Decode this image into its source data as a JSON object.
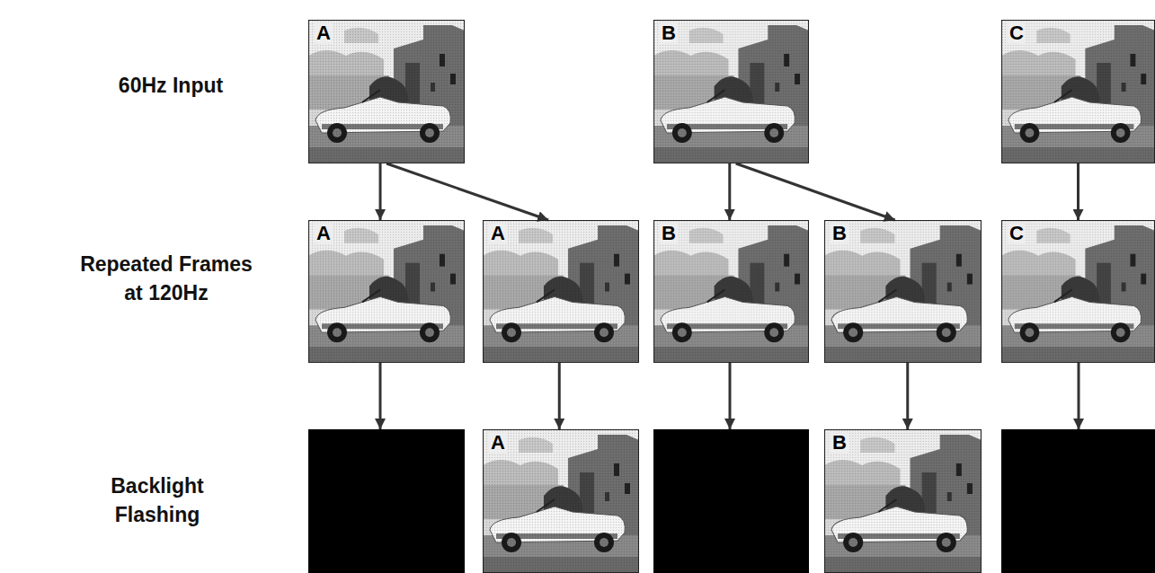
{
  "diagram": {
    "nodes": [
      {
        "text": [
          "A"
        ]
      },
      {
        "text": [
          "B"
        ]
      },
      {
        "text": [
          "C"
        ]
      },
      {
        "text": [
          "A"
        ]
      },
      {
        "text": [
          "A"
        ]
      },
      {
        "text": [
          "B"
        ]
      },
      {
        "text": [
          "B"
        ]
      },
      {
        "text": [
          "C"
        ]
      },
      {
        "text": [
          "A"
        ]
      },
      {
        "text": [
          "B"
        ]
      }
    ],
    "edges": [
      {
        "from": 0,
        "to": 3,
        "arrow": "to"
      },
      {
        "from": 0,
        "to": 4,
        "arrow": "to"
      },
      {
        "from": 1,
        "to": 5,
        "arrow": "to"
      },
      {
        "from": 1,
        "to": 6,
        "arrow": "to"
      },
      {
        "from": 2,
        "to": 7,
        "arrow": "to"
      },
      {
        "from": 4,
        "to": 8,
        "arrow": "to"
      },
      {
        "from": 6,
        "to": 9,
        "arrow": "to"
      }
    ],
    "labels": [
      "60Hz Input",
      "Repeated Frames at 120Hz",
      "Backlight Flashing"
    ]
  }
}
